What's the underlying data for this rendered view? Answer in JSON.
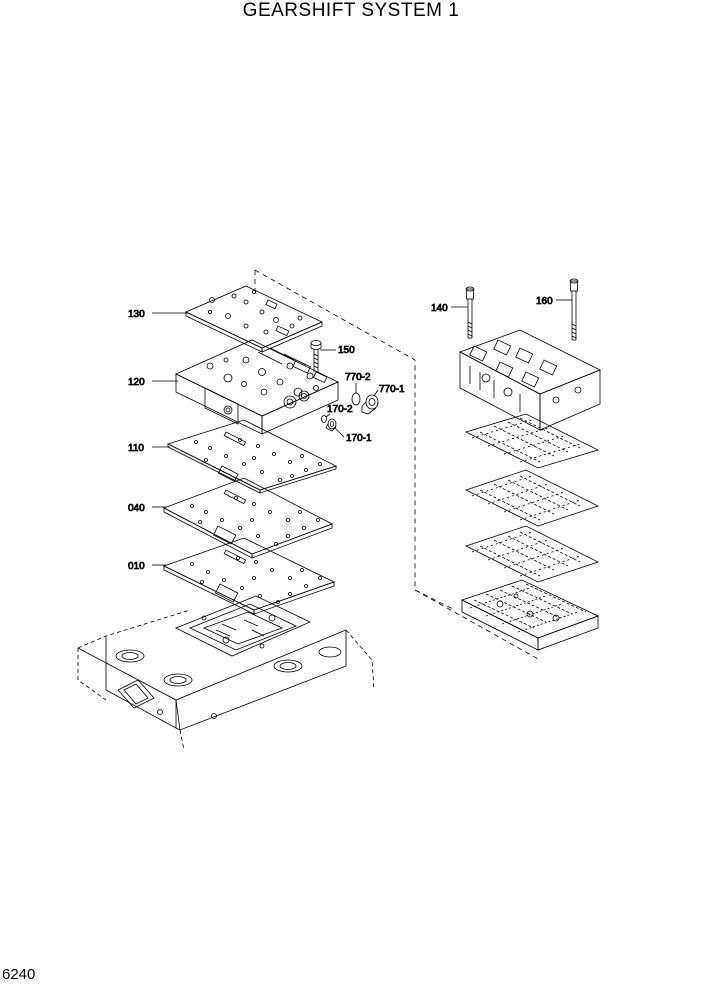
{
  "title": "GEARSHIFT SYSTEM 1",
  "page_number": "6240",
  "callouts": {
    "c130": "130",
    "c120": "120",
    "c110": "110",
    "c040": "040",
    "c010": "010",
    "c150": "150",
    "c770_2": "770-2",
    "c770_1": "770-1",
    "c170_2": "170-2",
    "c170_1": "170-1",
    "c140": "140",
    "c160": "160"
  },
  "colors": {
    "line": "#000000",
    "background": "#ffffff"
  }
}
